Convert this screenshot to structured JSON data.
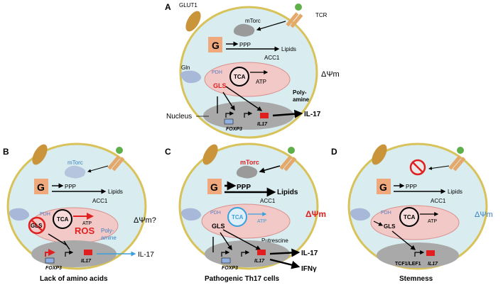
{
  "panels": {
    "A": {
      "letter": "A",
      "glut": "GLUT1",
      "tcr": "TCR",
      "mtorc": "mTorc",
      "g": "G",
      "ppp": "PPP",
      "lipids": "Lipids",
      "acc1": "ACC1",
      "gln": "Gln",
      "pdh": "PDH",
      "tca": "TCA",
      "atp": "ATP",
      "gls": "GLS",
      "poly1": "Poly-",
      "poly2": "amine",
      "dpsi": "ΔΨm",
      "nucleus": "Nucleus",
      "il17gene": "IL17",
      "foxp3": "FOXP3",
      "out1": "IL-17"
    },
    "B": {
      "letter": "B",
      "mtorc": "mTorc",
      "g": "G",
      "ppp": "PPP",
      "lipids": "Lipids",
      "acc1": "ACC1",
      "pdh": "PDH",
      "tca": "TCA",
      "atp": "ATP",
      "gls": "GLS",
      "ros": "ROS",
      "poly1": "Poly-",
      "poly2": "amine",
      "dpsi": "ΔΨm?",
      "il17gene": "IL17",
      "foxp3": "FOXP3",
      "out1": "IL-17",
      "caption": "Lack of amino acids"
    },
    "C": {
      "letter": "C",
      "mtorc": "mTorc",
      "g": "G",
      "ppp": "PPP",
      "lipids": "Lipids",
      "acc1": "ACC1",
      "pdh": "PDH",
      "tca": "TCA",
      "atp": "ATP",
      "gls": "GLS",
      "putrescine": "Putrescine",
      "dpsi": "ΔΨm",
      "il17gene": "IL17",
      "foxp3": "FOXP3",
      "out1": "IL-17",
      "out2": "IFNγ",
      "caption": "Pathogenic Th17 cells"
    },
    "D": {
      "letter": "D",
      "g": "G",
      "ppp": "PPP",
      "lipids": "Lipids",
      "acc1": "ACC1",
      "pdh": "PDH",
      "tca": "TCA",
      "atp": "ATP",
      "gls": "GLS",
      "dpsi": "ΔΨm",
      "tcf": "TCF1/LEF1",
      "il17gene": "IL17",
      "caption": "Stemness"
    }
  },
  "colors": {
    "cell_fill": "#d9ecef",
    "cell_stroke": "#d8c25a",
    "mito": "#f2c9c7",
    "g_box": "#f0a97c",
    "nucleus": "#a9a9a9",
    "red": "#e02020",
    "blue": "#3aa0dc",
    "transporter": "#c9943a",
    "tcr": "#e4a86a",
    "tcr_ball": "#5fb04a"
  }
}
